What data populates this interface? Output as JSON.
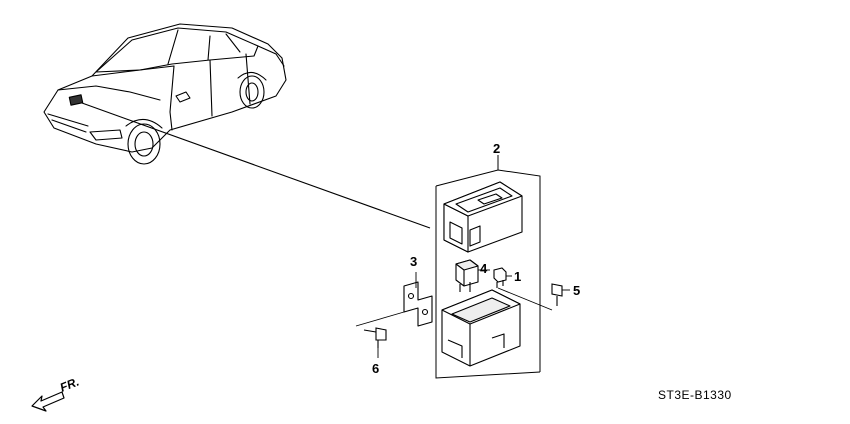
{
  "diagram": {
    "callouts": {
      "fuse": "1",
      "cover_box": "2",
      "bracket": "3",
      "relay": "4",
      "bolt_right": "5",
      "bolt_left": "6"
    },
    "direction_label": "FR.",
    "diagram_code": "ST3E-B1330"
  }
}
